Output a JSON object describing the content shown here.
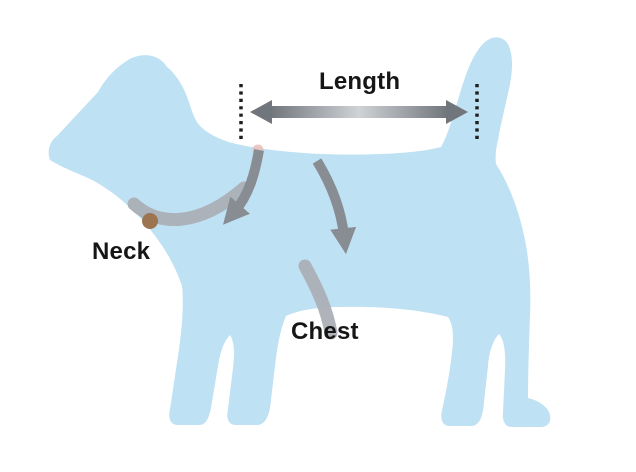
{
  "diagram": {
    "labels": {
      "length": "Length",
      "neck": "Neck",
      "chest": "Chest"
    },
    "colors": {
      "background": "#ffffff",
      "dog_fill": "#bfe1f4",
      "strap_gray": "#878d93",
      "band_gray": "#a9aeb4",
      "length_arrow_dark": "#71767c",
      "length_arrow_light": "#cfd3d6",
      "dotted_line": "#1f1f1f",
      "label_text": "#161616",
      "collar_tag_brown": "#9c7450",
      "collar_pink": "#e9c0bb"
    }
  }
}
